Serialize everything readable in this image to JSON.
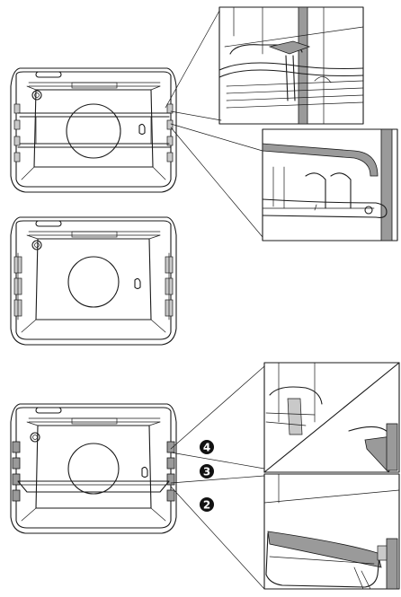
{
  "badges": [
    {
      "number": "4"
    },
    {
      "number": "3"
    },
    {
      "number": "2"
    }
  ]
}
